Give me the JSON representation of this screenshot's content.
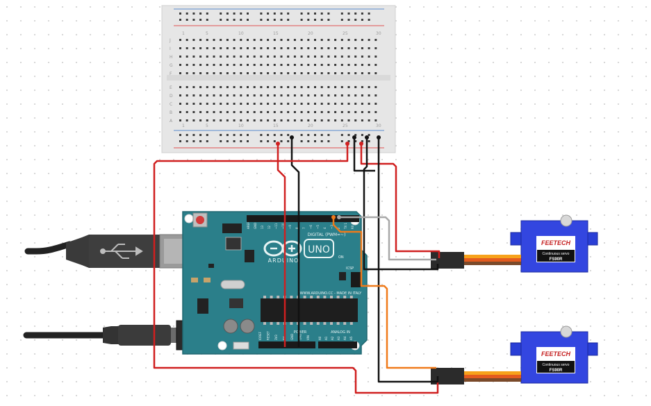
{
  "breadboard": {
    "column_numbers": [
      "1",
      "5",
      "10",
      "15",
      "20",
      "25",
      "30"
    ],
    "row_letters_top": [
      "J",
      "I",
      "H",
      "G",
      "F"
    ],
    "row_letters_bottom": [
      "E",
      "D",
      "C",
      "B",
      "A"
    ]
  },
  "arduino": {
    "model": "UNO",
    "brand": "ARDUINO",
    "website": "WWW.ARDUINO.CC - MADE IN ITALY",
    "digital_label": "DIGITAL (PWM=~)",
    "power_label": "POWER",
    "analog_label": "ANALOG IN",
    "icsp_label": "ICSP",
    "on_label": "ON",
    "digital_pins": [
      "AREF",
      "GND",
      "13",
      "12",
      "~11",
      "~10",
      "~9",
      "8",
      "7",
      "~6",
      "~5",
      "4",
      "~3",
      "2",
      "TX 1",
      "RX 0"
    ],
    "power_pins": [
      "IOREF",
      "RESET",
      "3V3",
      "5V",
      "GND",
      "GND",
      "VIN"
    ],
    "analog_pins": [
      "A0",
      "A1",
      "A2",
      "A3",
      "A4",
      "A5"
    ]
  },
  "servos": [
    {
      "brand": "FEETECH",
      "subtitle": "Continuous servo",
      "model": "FS90R"
    },
    {
      "brand": "FEETECH",
      "subtitle": "Continuous servo",
      "model": "FS90R"
    }
  ],
  "colors": {
    "wire_red": "#d01f1f",
    "wire_black": "#111111",
    "wire_orange": "#f07a1a",
    "wire_gray": "#a8a8a8",
    "board_teal": "#2b7f8a",
    "servo_blue": "#2a3fd6",
    "breadboard": "#e8e8e8"
  },
  "icons": [
    "usb-cable-icon",
    "power-jack-cable-icon",
    "servo-motor-icon"
  ]
}
